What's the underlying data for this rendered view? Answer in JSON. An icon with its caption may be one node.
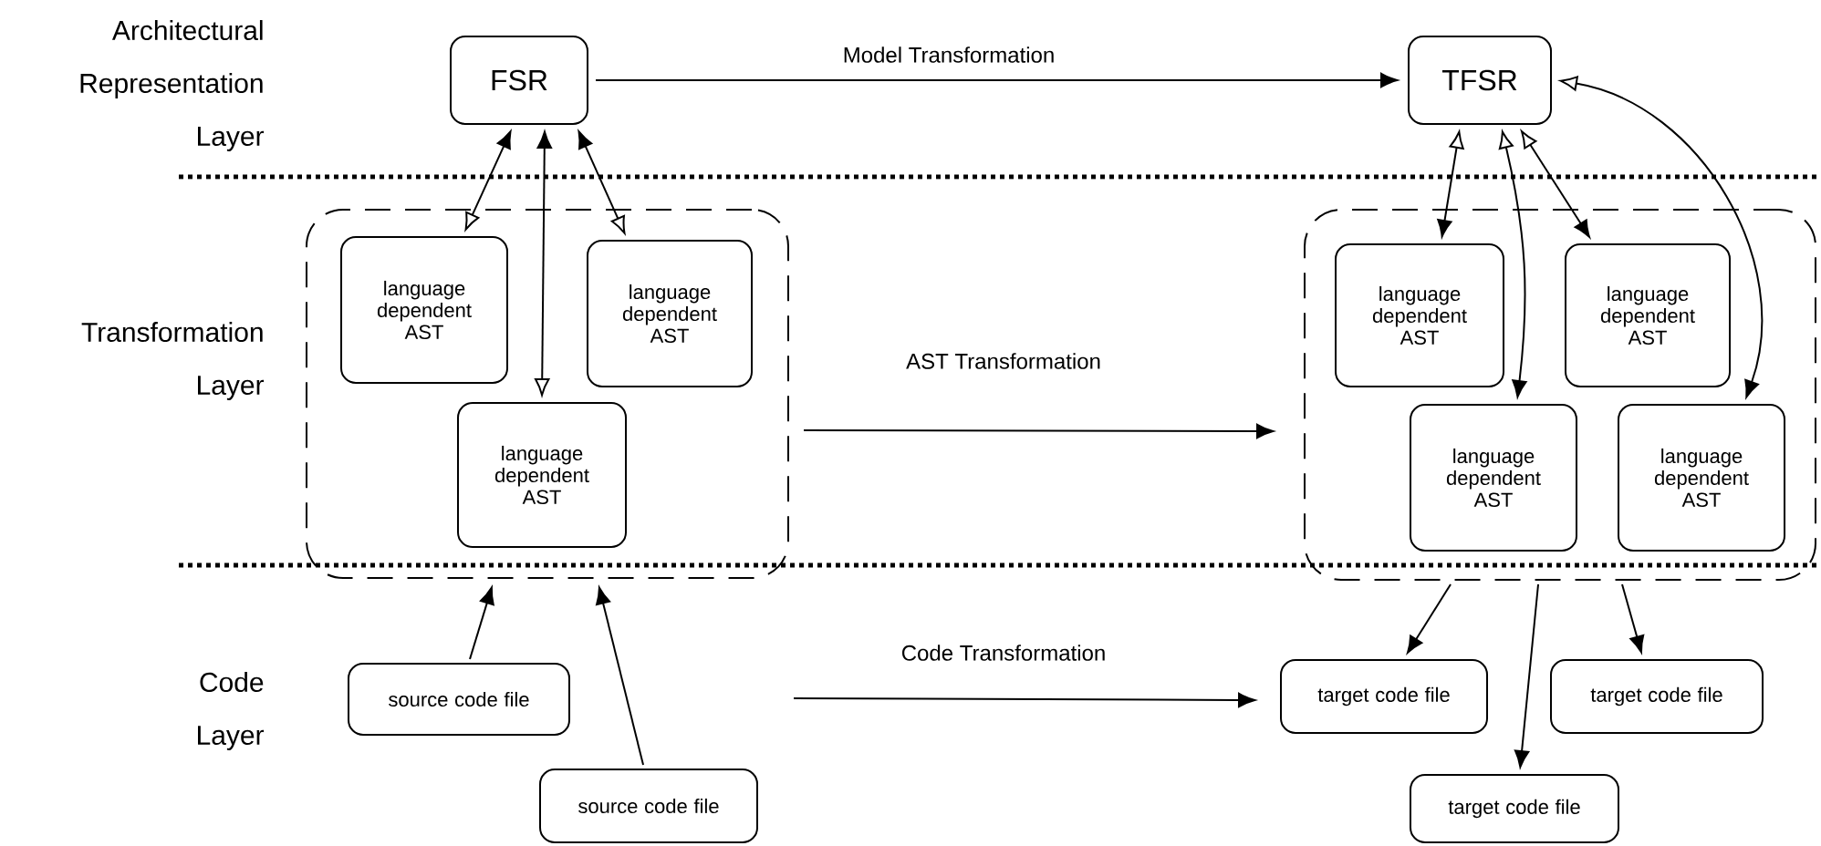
{
  "diagram": {
    "nodes": [
      {
        "text": [
          "FSR"
        ]
      },
      {
        "text": [
          "TFSR"
        ]
      },
      {
        "text": [],
        "shape": "box"
      },
      {
        "text": [
          "language dependent AST"
        ],
        "in": 2
      },
      {
        "text": [
          "language dependent AST"
        ],
        "in": 2
      },
      {
        "text": [
          "language dependent AST"
        ],
        "in": 2
      },
      {
        "text": [],
        "shape": "box"
      },
      {
        "text": [
          "language dependent AST"
        ],
        "in": 6
      },
      {
        "text": [
          "language dependent AST"
        ],
        "in": 6
      },
      {
        "text": [
          "language dependent AST"
        ],
        "in": 6
      },
      {
        "text": [
          "language dependent AST"
        ],
        "in": 6
      },
      {
        "text": [
          "source code file"
        ]
      },
      {
        "text": [
          "source code file"
        ]
      },
      {
        "text": [
          "target code file"
        ]
      },
      {
        "text": [
          "target code file"
        ]
      },
      {
        "text": [
          "target code file"
        ]
      }
    ],
    "edges": [
      {
        "from": 0,
        "to": 1,
        "arrow": "to",
        "label": "Model Transformation"
      },
      {
        "from": 0,
        "to": 3,
        "arrow": "both"
      },
      {
        "from": 0,
        "to": 5,
        "arrow": "both"
      },
      {
        "from": 0,
        "to": 4,
        "arrow": "both"
      },
      {
        "from": 1,
        "to": 7,
        "arrow": "both"
      },
      {
        "from": 1,
        "to": 9,
        "arrow": "both"
      },
      {
        "from": 1,
        "to": 8,
        "arrow": "both"
      },
      {
        "from": 1,
        "to": 10,
        "arrow": "both"
      },
      {
        "from": 2,
        "to": 6,
        "arrow": "to",
        "label": "AST Transformation"
      },
      {
        "from": 11,
        "to": 2,
        "arrow": "to"
      },
      {
        "from": 12,
        "to": 2,
        "arrow": "to"
      },
      {
        "from": 6,
        "to": 13,
        "arrow": "to"
      },
      {
        "from": 6,
        "to": 15,
        "arrow": "to"
      },
      {
        "from": 6,
        "to": 14,
        "arrow": "to"
      },
      {
        "from": null,
        "to": 13,
        "arrow": "to",
        "label": "Code Transformation"
      }
    ],
    "labels": [
      "Architectural Representation Layer",
      "Transformation Layer",
      "Code Layer"
    ]
  }
}
